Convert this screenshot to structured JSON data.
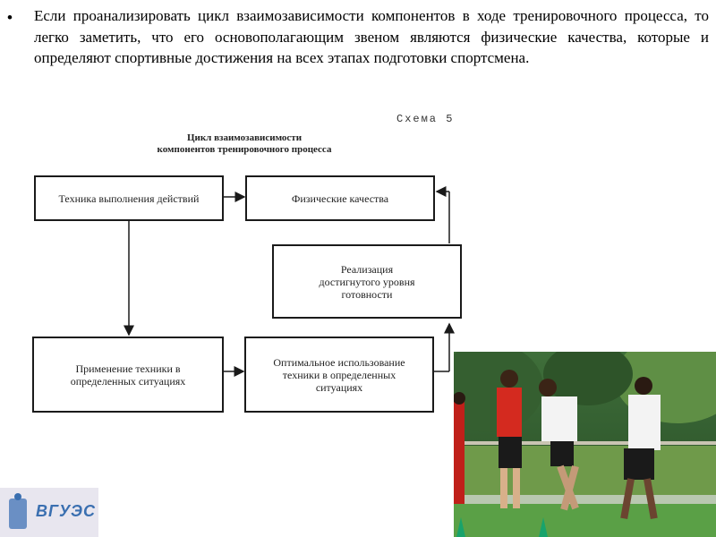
{
  "slide": {
    "bullet": "•",
    "text": "Если проанализировать цикл взаимозависимости компонентов в ходе тренировочного процесса, то легко заметить, что его основополагающим звеном являются физические качества, которые и определяют спортивные достижения на всех этапах подготовки спортсмена."
  },
  "diagram": {
    "scheme_label": "Схема 5",
    "title_line1": "Цикл взаимозависимости",
    "title_line2": "компонентов тренировочного процесса",
    "boxes": {
      "technique": "Техника выполнения действий",
      "physical": "Физические качества",
      "realization": "Реализация достигнутого уровня готовности",
      "application": "Применение техники в определенных ситуациях",
      "optimal": "Оптимальное использование техники в определенных ситуациях"
    }
  },
  "logo": {
    "text": "ВГУЭС"
  }
}
